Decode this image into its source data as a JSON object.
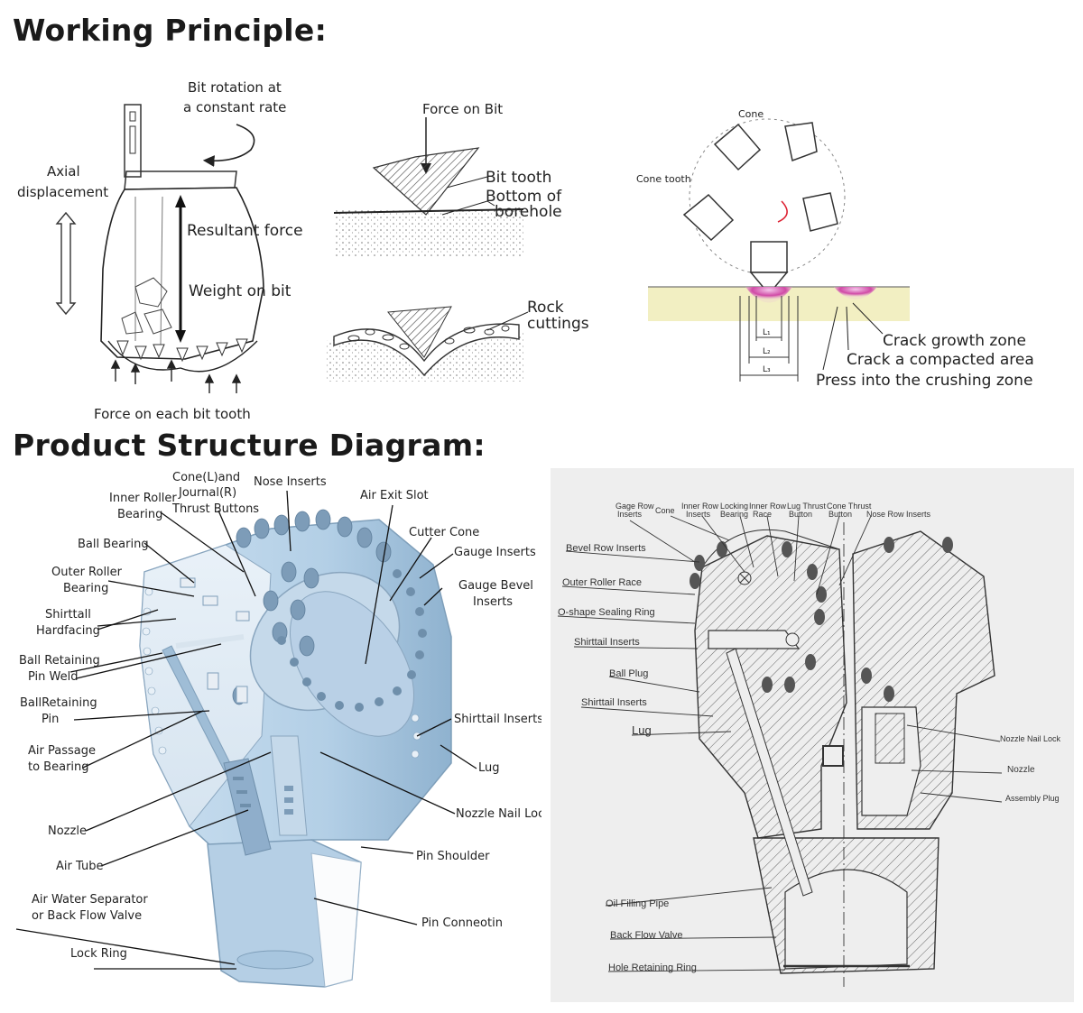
{
  "headings": {
    "working": "Working Principle:",
    "structure": "Product Structure Diagram:"
  },
  "working_principle": {
    "bit_rotation_1": "Bit rotation at",
    "bit_rotation_2": "a constant rate",
    "axial_1": "Axial",
    "axial_2": "displacement",
    "resultant_force": "Resultant force",
    "weight_on_bit": "Weight on bit",
    "force_each_tooth": "Force on each bit tooth",
    "force_on_bit": "Force on Bit",
    "bit_tooth": "Bit tooth",
    "bottom_of_1": "Bottom of",
    "bottom_of_2": "borehole",
    "rock_1": "Rock",
    "rock_2": "cuttings",
    "cone": "Cone",
    "cone_tooth": "Cone tooth",
    "l1": "L₁",
    "l2": "L₂",
    "l3": "L₃",
    "crack_growth": "Crack growth zone",
    "crack_compacted": "Crack a compacted area",
    "press_crushing": "Press into the crushing zone"
  },
  "product_structure": {
    "cone_journal_1": "Cone(L)and",
    "cone_journal_2": "Journal(R)",
    "cone_journal_3": "Thrust Buttons",
    "nose_inserts": "Nose Inserts",
    "inner_roller_1": "Inner Roller",
    "inner_roller_2": "Bearing",
    "air_exit_slot": "Air Exit Slot",
    "cutter_cone": "Cutter Cone",
    "ball_bearing": "Ball Bearing",
    "gauge_inserts": "Gauge Inserts",
    "outer_roller_1": "Outer Roller",
    "outer_roller_2": "Bearing",
    "gauge_bevel_1": "Gauge Bevel",
    "gauge_bevel_2": "Inserts",
    "shirttail_hard_1": "Shirttall",
    "shirttail_hard_2": "Hardfacing",
    "ball_ret_weld_1": "Ball Retaining",
    "ball_ret_weld_2": "Pin Weld",
    "ball_ret_pin_1": "BallRetaining",
    "ball_ret_pin_2": "Pin",
    "shirttail_inserts": "Shirttail Inserts",
    "air_passage_1": "Air Passage",
    "air_passage_2": "to Bearing",
    "lug": "Lug",
    "nozzle_nail_lock": "Nozzle Nail Lock",
    "nozzle": "Nozzle",
    "pin_shoulder": "Pin Shoulder",
    "air_tube": "Air Tube",
    "air_water_1": "Air Water Separator",
    "air_water_2": "or Back Flow Valve",
    "pin_connection": "Pin Conneotin",
    "lock_ring": "Lock Ring"
  },
  "blueprint": {
    "gauge_row_1": "Gage Row",
    "gauge_row_2": "Inserts",
    "cone": "Cone",
    "inner_row_1": "Inner Row",
    "inner_row_2": "Inserts",
    "locking_1": "Locking",
    "locking_2": "Bearing",
    "inner_race_1": "Inner Row",
    "inner_race_2": "Race",
    "lug_thrust_1": "Lug Thrust",
    "lug_thrust_2": "Button",
    "cone_thrust_1": "Cone Thrust",
    "cone_thrust_2": "Button",
    "nose_row": "Nose Row Inserts",
    "bevel_row": "Bevel Row Inserts",
    "outer_race": "Outer Roller Race",
    "o_ring": "O-shape Sealing Ring",
    "shirttail_1": "Shirttail Inserts",
    "ball_plug": "Ball Plug",
    "shirttail_2": "Shirttail Inserts",
    "lug": "Lug",
    "nozzle_nail_lock": "Nozzle Nail Lock",
    "nozzle": "Nozzle",
    "assembly_plug": "Assembly Plug",
    "oil_filling": "Oil Filling Pipe",
    "back_flow": "Back Flow Valve",
    "hole_retaining": "Hole Retaining Ring"
  },
  "colors": {
    "bit_blue": "#b8d3e8",
    "bit_blue_dark": "#8fb2cf",
    "crack_magenta": "#c2188c",
    "sand": "#f2efc2"
  }
}
